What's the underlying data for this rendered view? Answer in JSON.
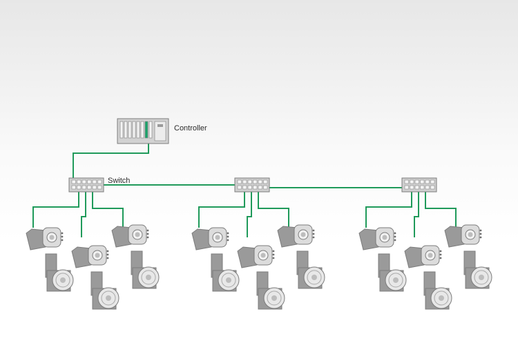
{
  "labels": {
    "controller": "Controller",
    "switch": "Switch"
  },
  "colors": {
    "link": "#1f9a5a",
    "device": "#9a9a9a",
    "device_light": "#dcdcdc",
    "device_dark": "#7c7c7c",
    "accent": "#1aa36a"
  },
  "network": {
    "controller_icon": "controller-icon",
    "switch_icon": "network-switch-icon",
    "robot_icon": "industrial-robot-icon",
    "groups": [
      {
        "name": "group-1",
        "robots": 3
      },
      {
        "name": "group-2",
        "robots": 3
      },
      {
        "name": "group-3",
        "robots": 3
      }
    ]
  }
}
